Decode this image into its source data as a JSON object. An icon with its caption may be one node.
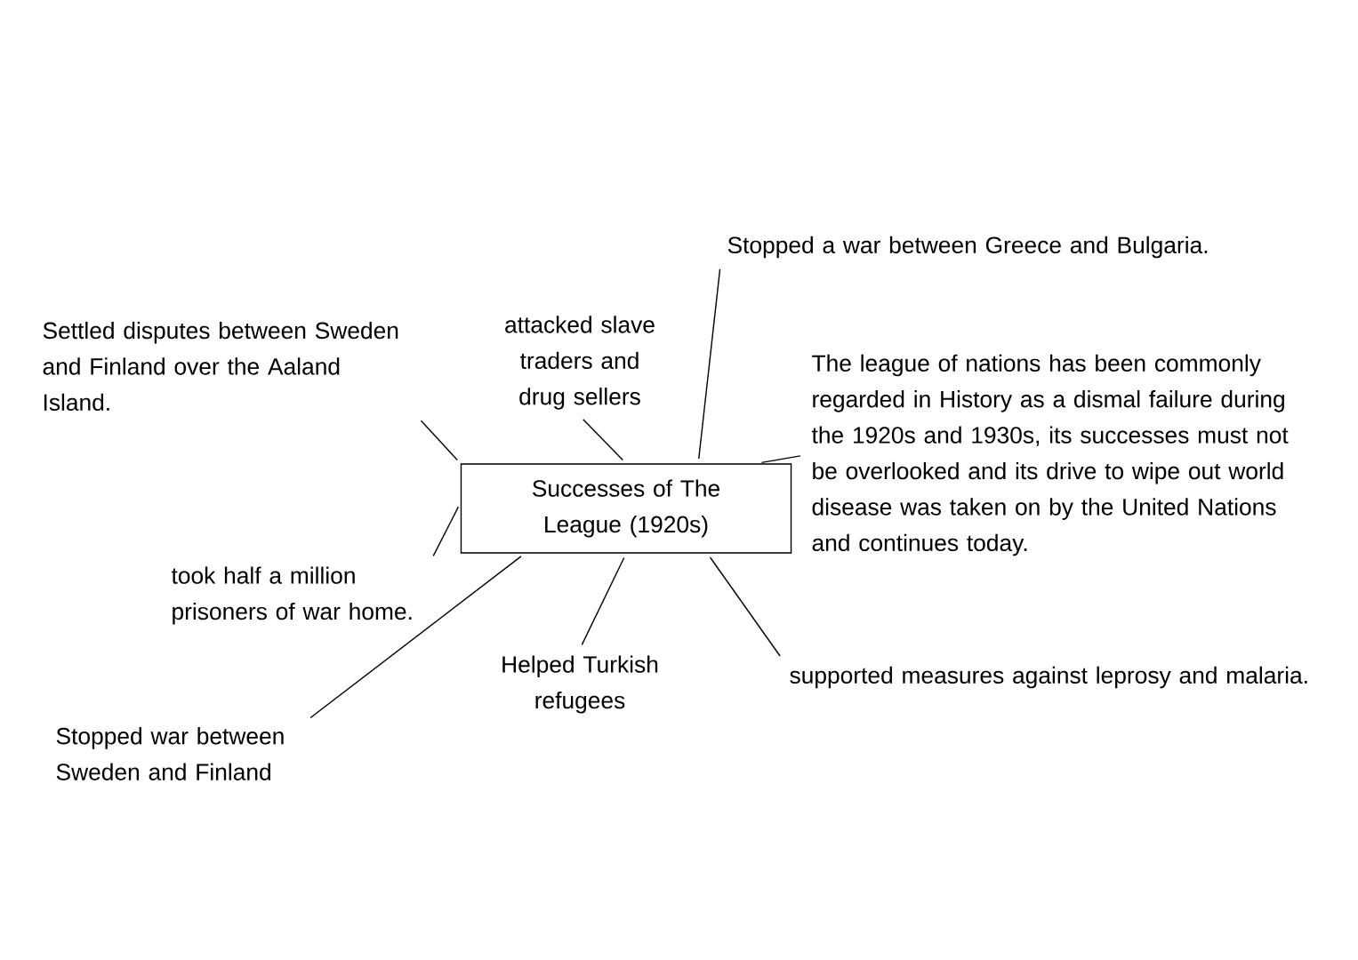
{
  "diagram": {
    "nodes": [
      {
        "text": [
          "Successes of The League (1920s)"
        ]
      },
      {
        "text": [
          "Settled disputes between Sweden and Finland over the Aaland Island."
        ]
      },
      {
        "text": [
          "attacked slave traders and drug sellers"
        ]
      },
      {
        "text": [
          "Stopped a war between Greece and Bulgaria."
        ]
      },
      {
        "text": [
          "The league of nations has been commonly regarded in History as a dismal failure during the 1920s and 1930s, its successes must not be overlooked and its drive to wipe out world disease was taken on by the United Nations and continues today."
        ]
      },
      {
        "text": [
          "took half a million prisoners of war home."
        ]
      },
      {
        "text": [
          "Stopped war between Sweden and Finland"
        ]
      },
      {
        "text": [
          "Helped Turkish refugees"
        ]
      },
      {
        "text": [
          "supported measures against leprosy and malaria."
        ]
      }
    ],
    "edges": [
      {
        "from": 0,
        "to": 1,
        "arrow": "none"
      },
      {
        "from": 0,
        "to": 2,
        "arrow": "none"
      },
      {
        "from": 0,
        "to": 3,
        "arrow": "none"
      },
      {
        "from": 0,
        "to": 4,
        "arrow": "none"
      },
      {
        "from": 0,
        "to": 5,
        "arrow": "none"
      },
      {
        "from": 0,
        "to": 6,
        "arrow": "none"
      },
      {
        "from": 0,
        "to": 7,
        "arrow": "none"
      },
      {
        "from": 0,
        "to": 8,
        "arrow": "none"
      }
    ]
  }
}
